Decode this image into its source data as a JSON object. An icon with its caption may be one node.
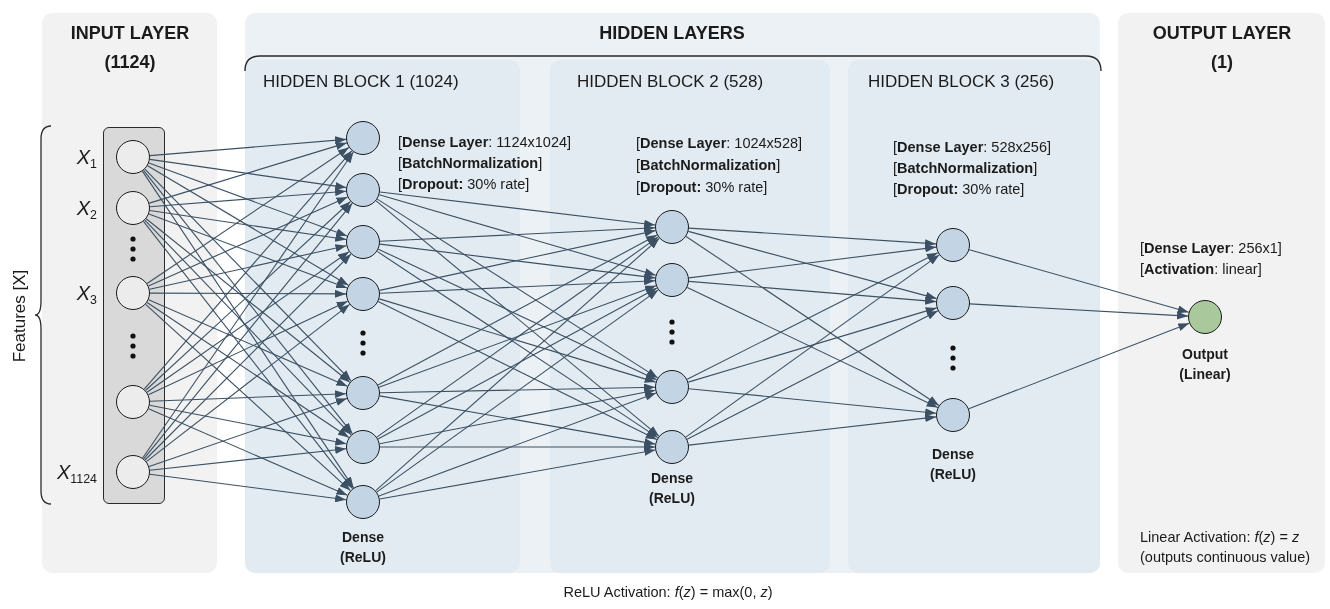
{
  "diagram": {
    "nodes": [
      {
        "text": [
          "INPUT LAYER (1124)"
        ]
      },
      {
        "text": [
          "HIDDEN LAYERS"
        ]
      },
      {
        "text": [
          "HIDDEN BLOCK 1 (1024)",
          "[**Dense Layer**: 1124x1024]",
          "[**BatchNormalization**]",
          "[**Dropout:** 30% rate]",
          "Dense (ReLU)"
        ],
        "in": 1
      },
      {
        "text": [
          "HIDDEN BLOCK 2 (528)",
          "[**Dense Layer**: 1024x528]",
          "[**BatchNormalization**]",
          "[**Dropout:** 30% rate]",
          "Dense (ReLU)"
        ],
        "in": 1
      },
      {
        "text": [
          "HIDDEN BLOCK 3 (256)",
          "[**Dense Layer**: 528x256]",
          "[**BatchNormalization**]",
          "[**Dropout:** 30% rate]",
          "Dense (ReLU)"
        ],
        "in": 1
      },
      {
        "text": [
          "OUTPUT LAYER (1)",
          "[**Dense Layer**: 256x1]",
          "[**Activation**: linear]",
          "Linear Activation: *f*(*z*) = *z* (outputs continuous value)"
        ]
      },
      {
        "text": [],
        "shape": "circle",
        "in": 0,
        "beside": [
          "*X*$_{1}$"
        ]
      },
      {
        "text": [],
        "shape": "circle",
        "in": 0,
        "beside": [
          "*X*$_{2}$"
        ]
      },
      {
        "text": [],
        "shape": "circle",
        "in": 0,
        "beside": [
          "*X*$_{3}$"
        ]
      },
      {
        "text": [],
        "shape": "circle",
        "in": 0
      },
      {
        "text": [],
        "shape": "circle",
        "in": 0,
        "beside": [
          "*X*$_{1124}$"
        ]
      },
      {
        "text": [],
        "shape": "circle",
        "in": 2
      },
      {
        "text": [],
        "shape": "circle",
        "in": 2
      },
      {
        "text": [],
        "shape": "circle",
        "in": 2
      },
      {
        "text": [],
        "shape": "circle",
        "in": 2
      },
      {
        "text": [],
        "shape": "circle",
        "in": 2
      },
      {
        "text": [],
        "shape": "circle",
        "in": 2
      },
      {
        "text": [],
        "shape": "circle",
        "in": 2
      },
      {
        "text": [],
        "shape": "circle",
        "in": 3
      },
      {
        "text": [],
        "shape": "circle",
        "in": 3
      },
      {
        "text": [],
        "shape": "circle",
        "in": 3
      },
      {
        "text": [],
        "shape": "circle",
        "in": 3
      },
      {
        "text": [],
        "shape": "circle",
        "in": 4
      },
      {
        "text": [],
        "shape": "circle",
        "in": 4
      },
      {
        "text": [],
        "shape": "circle",
        "in": 4
      },
      {
        "text": [],
        "shape": "circle",
        "in": 5,
        "beside": [
          "Output (Linear)"
        ]
      }
    ],
    "edges": [
      {
        "from": 6,
        "to": 11,
        "arrow": "to"
      },
      {
        "from": 6,
        "to": 12,
        "arrow": "to"
      },
      {
        "from": 6,
        "to": 13,
        "arrow": "to"
      },
      {
        "from": 6,
        "to": 14,
        "arrow": "to"
      },
      {
        "from": 6,
        "to": 15,
        "arrow": "to"
      },
      {
        "from": 6,
        "to": 16,
        "arrow": "to"
      },
      {
        "from": 6,
        "to": 17,
        "arrow": "to"
      },
      {
        "from": 7,
        "to": 11,
        "arrow": "to"
      },
      {
        "from": 7,
        "to": 12,
        "arrow": "to"
      },
      {
        "from": 7,
        "to": 13,
        "arrow": "to"
      },
      {
        "from": 7,
        "to": 14,
        "arrow": "to"
      },
      {
        "from": 7,
        "to": 15,
        "arrow": "to"
      },
      {
        "from": 7,
        "to": 16,
        "arrow": "to"
      },
      {
        "from": 7,
        "to": 17,
        "arrow": "to"
      },
      {
        "from": 8,
        "to": 11,
        "arrow": "to"
      },
      {
        "from": 8,
        "to": 12,
        "arrow": "to"
      },
      {
        "from": 8,
        "to": 13,
        "arrow": "to"
      },
      {
        "from": 8,
        "to": 14,
        "arrow": "to"
      },
      {
        "from": 8,
        "to": 15,
        "arrow": "to"
      },
      {
        "from": 8,
        "to": 16,
        "arrow": "to"
      },
      {
        "from": 8,
        "to": 17,
        "arrow": "to"
      },
      {
        "from": 9,
        "to": 11,
        "arrow": "to"
      },
      {
        "from": 9,
        "to": 12,
        "arrow": "to"
      },
      {
        "from": 9,
        "to": 13,
        "arrow": "to"
      },
      {
        "from": 9,
        "to": 14,
        "arrow": "to"
      },
      {
        "from": 9,
        "to": 15,
        "arrow": "to"
      },
      {
        "from": 9,
        "to": 16,
        "arrow": "to"
      },
      {
        "from": 9,
        "to": 17,
        "arrow": "to"
      },
      {
        "from": 10,
        "to": 11,
        "arrow": "to"
      },
      {
        "from": 10,
        "to": 12,
        "arrow": "to"
      },
      {
        "from": 10,
        "to": 13,
        "arrow": "to"
      },
      {
        "from": 10,
        "to": 14,
        "arrow": "to"
      },
      {
        "from": 10,
        "to": 15,
        "arrow": "to"
      },
      {
        "from": 10,
        "to": 16,
        "arrow": "to"
      },
      {
        "from": 10,
        "to": 17,
        "arrow": "to"
      },
      {
        "from": 12,
        "to": 18,
        "arrow": "to"
      },
      {
        "from": 12,
        "to": 19,
        "arrow": "to"
      },
      {
        "from": 12,
        "to": 20,
        "arrow": "to"
      },
      {
        "from": 12,
        "to": 21,
        "arrow": "to"
      },
      {
        "from": 13,
        "to": 18,
        "arrow": "to"
      },
      {
        "from": 13,
        "to": 19,
        "arrow": "to"
      },
      {
        "from": 13,
        "to": 20,
        "arrow": "to"
      },
      {
        "from": 13,
        "to": 21,
        "arrow": "to"
      },
      {
        "from": 14,
        "to": 18,
        "arrow": "to"
      },
      {
        "from": 14,
        "to": 19,
        "arrow": "to"
      },
      {
        "from": 14,
        "to": 20,
        "arrow": "to"
      },
      {
        "from": 14,
        "to": 21,
        "arrow": "to"
      },
      {
        "from": 15,
        "to": 18,
        "arrow": "to"
      },
      {
        "from": 15,
        "to": 19,
        "arrow": "to"
      },
      {
        "from": 15,
        "to": 20,
        "arrow": "to"
      },
      {
        "from": 15,
        "to": 21,
        "arrow": "to"
      },
      {
        "from": 16,
        "to": 18,
        "arrow": "to"
      },
      {
        "from": 16,
        "to": 19,
        "arrow": "to"
      },
      {
        "from": 16,
        "to": 20,
        "arrow": "to"
      },
      {
        "from": 16,
        "to": 21,
        "arrow": "to"
      },
      {
        "from": 17,
        "to": 18,
        "arrow": "to"
      },
      {
        "from": 17,
        "to": 19,
        "arrow": "to"
      },
      {
        "from": 17,
        "to": 20,
        "arrow": "to"
      },
      {
        "from": 17,
        "to": 21,
        "arrow": "to"
      },
      {
        "from": 18,
        "to": 22,
        "arrow": "to"
      },
      {
        "from": 18,
        "to": 23,
        "arrow": "to"
      },
      {
        "from": 18,
        "to": 24,
        "arrow": "to"
      },
      {
        "from": 19,
        "to": 22,
        "arrow": "to"
      },
      {
        "from": 19,
        "to": 23,
        "arrow": "to"
      },
      {
        "from": 19,
        "to": 24,
        "arrow": "to"
      },
      {
        "from": 20,
        "to": 22,
        "arrow": "to"
      },
      {
        "from": 20,
        "to": 23,
        "arrow": "to"
      },
      {
        "from": 20,
        "to": 24,
        "arrow": "to"
      },
      {
        "from": 21,
        "to": 22,
        "arrow": "to"
      },
      {
        "from": 21,
        "to": 23,
        "arrow": "to"
      },
      {
        "from": 21,
        "to": 24,
        "arrow": "to"
      },
      {
        "from": 22,
        "to": 25,
        "arrow": "to"
      },
      {
        "from": 23,
        "to": 25,
        "arrow": "to"
      },
      {
        "from": 24,
        "to": 25,
        "arrow": "to"
      }
    ],
    "labels": [
      "Features [X]",
      "ReLU Activation: *f*(*z*) = max(0, *z*)"
    ]
  }
}
